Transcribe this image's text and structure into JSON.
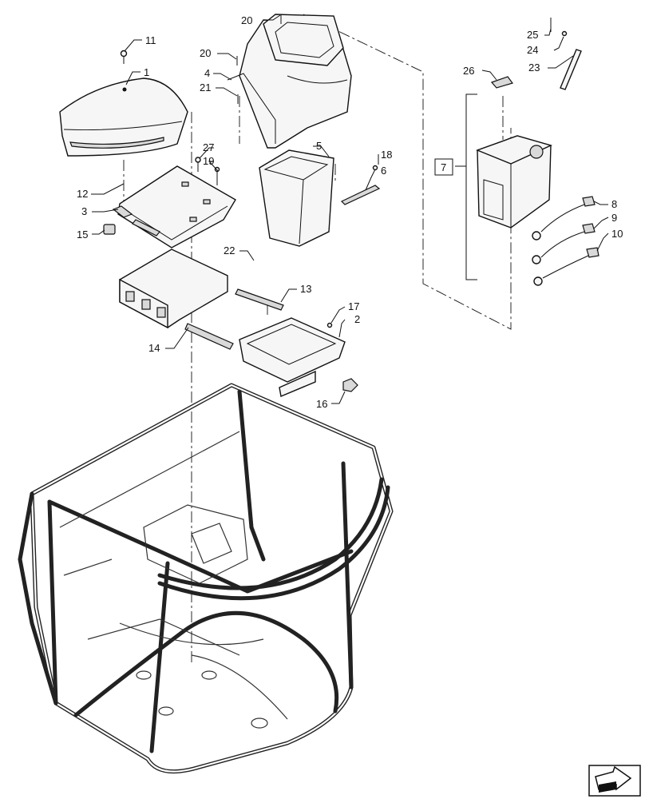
{
  "diagram": {
    "callouts": {
      "c1": "1",
      "c2": "2",
      "c3": "3",
      "c4": "4",
      "c5": "5",
      "c6": "6",
      "c7": "7",
      "c8": "8",
      "c9": "9",
      "c10": "10",
      "c11": "11",
      "c12": "12",
      "c13": "13",
      "c14": "14",
      "c15": "15",
      "c16": "16",
      "c17": "17",
      "c18": "18",
      "c19": "19",
      "c20a": "20",
      "c20b": "20",
      "c21": "21",
      "c22": "22",
      "c23": "23",
      "c24": "24",
      "c25": "25",
      "c26": "26",
      "c27": "27"
    },
    "nav_icon": "next-page-arrow-icon"
  }
}
